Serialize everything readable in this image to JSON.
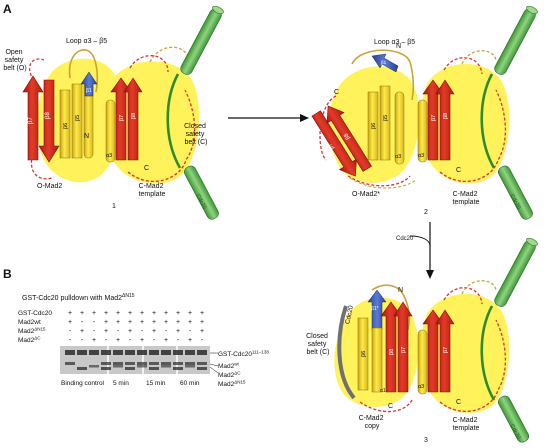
{
  "panelA": {
    "label": "A",
    "state1": {
      "loop_label": "Loop α3 – β5",
      "open_belt": [
        "Open",
        "safety",
        "belt (O)"
      ],
      "closed_belt": [
        "Closed",
        "safety",
        "belt (C)"
      ],
      "o_name": "O-Mad2",
      "c_name": [
        "C-Mad2",
        "template"
      ],
      "number": "1",
      "strands": {
        "b7": "β7",
        "b8": "β8",
        "b6": "β6",
        "b5": "β5",
        "a3": "α3",
        "b1": "β1"
      },
      "n_term": "N",
      "c_term": "C",
      "helix_label": "Cdc20"
    },
    "state2": {
      "loop_label": "Loop α3 – β5",
      "n_term": "N",
      "c_term": "C",
      "o_name": "O-Mad2*",
      "c_name": [
        "C-Mad2",
        "template"
      ],
      "number": "2",
      "strands": {
        "b7": "β7",
        "b8": "β8",
        "b6": "β6",
        "b5": "β5",
        "a3": "α3",
        "b1": "β1"
      },
      "helix_label": "Cdc20"
    },
    "arrow_label": "Cdc20",
    "state3": {
      "closed_belt": [
        "Closed",
        "safety",
        "belt (C)"
      ],
      "copy_name": [
        "C-Mad2",
        "copy"
      ],
      "template_name": [
        "C-Mad2",
        "template"
      ],
      "number": "3",
      "copy_cdc20": "Cdc20",
      "n_term": "N",
      "c_term": "C",
      "strands": {
        "b1": "β1*",
        "b6": "β6",
        "b8": "β8",
        "b7": "β7",
        "a3": "α3",
        "a1": "α1"
      },
      "helix_label": "Cdc20"
    }
  },
  "panelB": {
    "label": "B",
    "title": "GST-Cdc20 pulldown with Mad2",
    "title_sup": "ΔN15",
    "rows": [
      {
        "label": "GST-Cdc20",
        "sup": "",
        "marks": [
          "+",
          "+",
          "+",
          "+",
          "+",
          "+",
          "+",
          "+",
          "+",
          "+",
          "+",
          "+"
        ]
      },
      {
        "label": "Mad2wt",
        "sup": "",
        "marks": [
          "+",
          "-",
          "-",
          "+",
          "+",
          "+",
          "+",
          "+",
          "+",
          "+",
          "+",
          "+"
        ]
      },
      {
        "label": "Mad2",
        "sup": "ΔN15",
        "marks": [
          "-",
          "+",
          "-",
          "+",
          "-",
          "+",
          "-",
          "+",
          "-",
          "+",
          "-",
          "+"
        ]
      },
      {
        "label": "Mad2",
        "sup": "ΔC",
        "marks": [
          "-",
          "-",
          "+",
          "-",
          "+",
          "-",
          "+",
          "-",
          "+",
          "-",
          "+",
          "-"
        ]
      }
    ],
    "band_labels": [
      {
        "text": "GST-Cdc20",
        "sup": "111–138"
      },
      {
        "text": "Mad2",
        "sup": "wt"
      },
      {
        "text": "Mad2",
        "sup": "ΔC"
      },
      {
        "text": "Mad2",
        "sup": "ΔN15"
      }
    ],
    "groups": [
      "Binding control",
      "5 min",
      "15 min",
      "60 min"
    ]
  },
  "colors": {
    "yellow_blob": "#fff25a",
    "strand_red": "#d12a1e",
    "strand_yellow": "#f4d21e",
    "strand_blue": "#3a5bb5",
    "helix_green": "#5db352",
    "belt_green": "#2e8b2e",
    "dashed_red": "#e03030",
    "loop_gold": "#c9a23a"
  }
}
